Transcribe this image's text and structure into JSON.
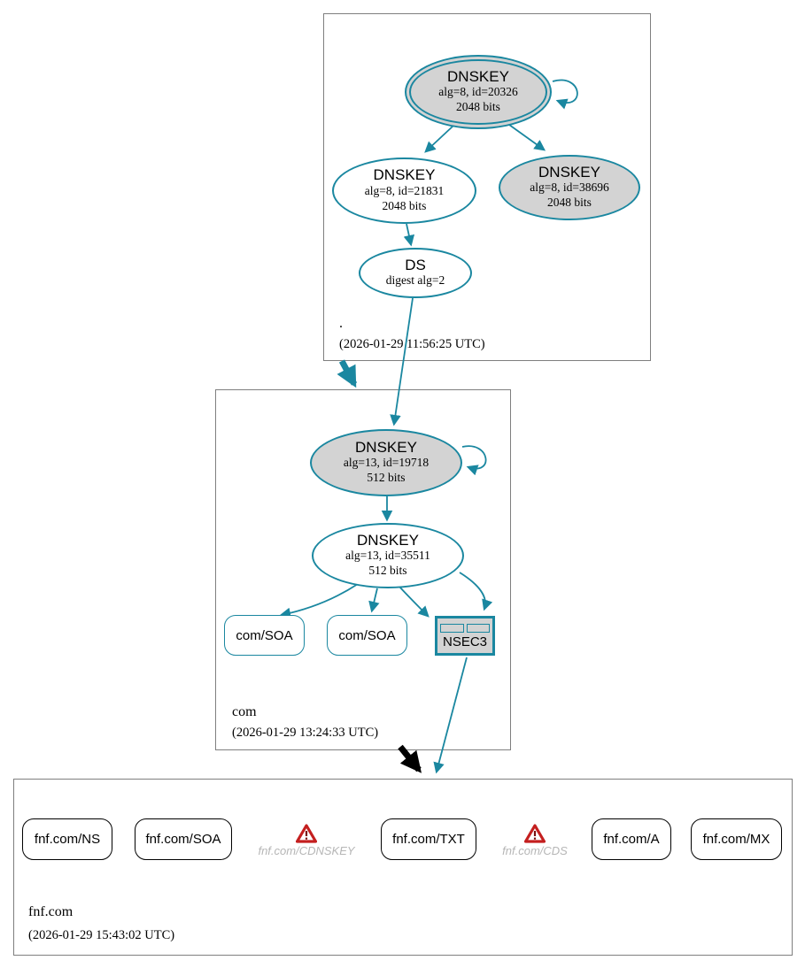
{
  "graph": {
    "colors": {
      "secure_edge": "#1a87a0",
      "insecure_edge": "#000000",
      "node_fill_gray": "#d3d3d3",
      "zone_box_border": "#7f7f7f",
      "warning_red": "#c41f1f",
      "warning_label_gray": "#b6b6b6"
    },
    "zones": {
      "root": {
        "label": ".",
        "timestamp": "(2026-01-29 11:56:25 UTC)",
        "nodes": {
          "ksk": {
            "title": "DNSKEY",
            "detail1": "alg=8, id=20326",
            "detail2": "2048 bits"
          },
          "zsk": {
            "title": "DNSKEY",
            "detail1": "alg=8, id=21831",
            "detail2": "2048 bits"
          },
          "key38696": {
            "title": "DNSKEY",
            "detail1": "alg=8, id=38696",
            "detail2": "2048 bits"
          },
          "ds": {
            "title": "DS",
            "detail1": "digest alg=2"
          }
        }
      },
      "com": {
        "label": "com",
        "timestamp": "(2026-01-29 13:24:33 UTC)",
        "nodes": {
          "ksk": {
            "title": "DNSKEY",
            "detail1": "alg=13, id=19718",
            "detail2": "512 bits"
          },
          "zsk": {
            "title": "DNSKEY",
            "detail1": "alg=13, id=35511",
            "detail2": "512 bits"
          },
          "soa1": {
            "label": "com/SOA"
          },
          "soa2": {
            "label": "com/SOA"
          },
          "nsec3": {
            "label": "NSEC3"
          }
        }
      },
      "fnf": {
        "label": "fnf.com",
        "timestamp": "(2026-01-29 15:43:02 UTC)",
        "nodes": {
          "ns": {
            "label": "fnf.com/NS"
          },
          "soa": {
            "label": "fnf.com/SOA"
          },
          "cdnskey": {
            "label": "fnf.com/CDNSKEY"
          },
          "txt": {
            "label": "fnf.com/TXT"
          },
          "cds": {
            "label": "fnf.com/CDS"
          },
          "a": {
            "label": "fnf.com/A"
          },
          "mx": {
            "label": "fnf.com/MX"
          }
        }
      }
    }
  }
}
